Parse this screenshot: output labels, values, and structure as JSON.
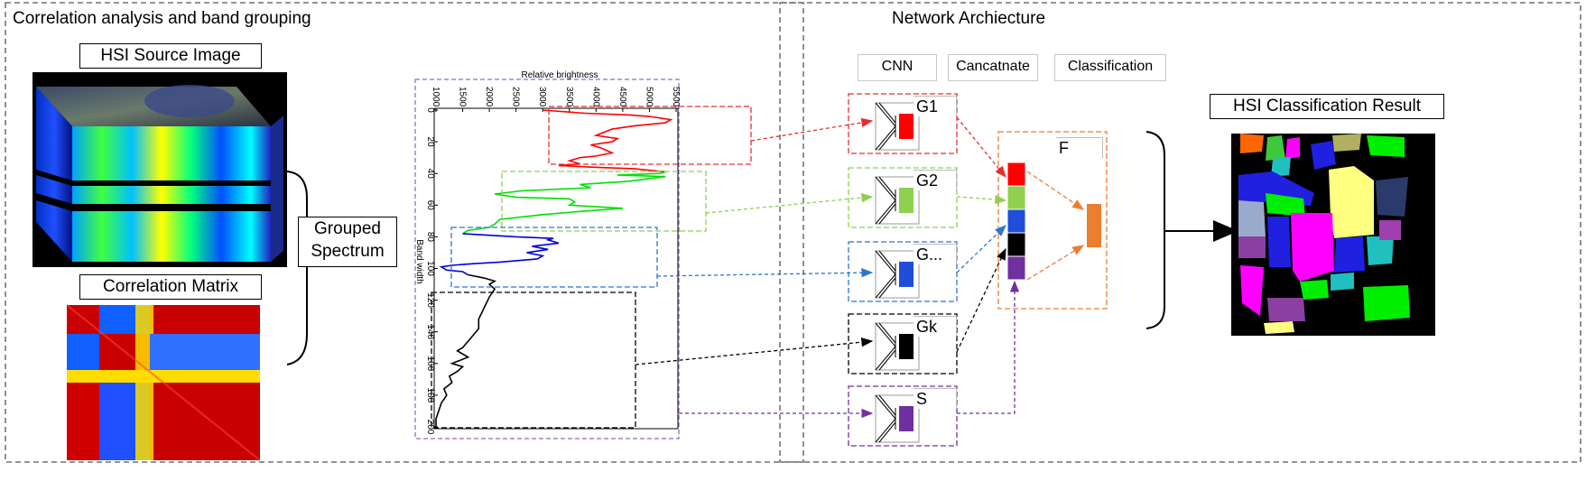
{
  "sections": {
    "left_title": "Correlation analysis and band grouping",
    "right_title": "Network Archiecture"
  },
  "labels": {
    "hsi_source": "HSI Source Image",
    "correlation_matrix": "Correlation Matrix",
    "grouped_spectrum": "Grouped\nSpectrum",
    "hsi_result": "HSI Classification Result"
  },
  "network": {
    "headers": [
      "CNN",
      "Cancatnate",
      "Classification"
    ],
    "groups": [
      {
        "label": "G1",
        "color": "#ff0000"
      },
      {
        "label": "G2",
        "color": "#8fd14f"
      },
      {
        "label": "G...",
        "color": "#1f4fd8"
      },
      {
        "label": "Gk",
        "color": "#000000"
      },
      {
        "label": "S",
        "color": "#7030a0"
      }
    ],
    "fused_label": "F",
    "fused_color": "#ed7d31"
  },
  "chart_data": {
    "type": "line",
    "title": "",
    "xlabel": "Relative brightness",
    "ylabel": "Band width",
    "x_ticks": [
      1000,
      1500,
      2000,
      2500,
      3000,
      3500,
      4000,
      4500,
      5000,
      5500
    ],
    "y_ticks": [
      0,
      20,
      40,
      60,
      80,
      100,
      120,
      140,
      160,
      180,
      200
    ],
    "xlim": [
      1000,
      5500
    ],
    "ylim": [
      0,
      200
    ],
    "series": [
      {
        "color": "#ff0000",
        "points": [
          [
            3000,
            0
          ],
          [
            3800,
            2
          ],
          [
            4600,
            3
          ],
          [
            5000,
            4
          ],
          [
            5400,
            6
          ],
          [
            5300,
            8
          ],
          [
            4700,
            10
          ],
          [
            4300,
            12
          ],
          [
            4000,
            16
          ],
          [
            4400,
            18
          ],
          [
            4300,
            20
          ],
          [
            3900,
            22
          ],
          [
            4100,
            24
          ],
          [
            4300,
            27
          ],
          [
            4000,
            29
          ],
          [
            3700,
            30
          ],
          [
            3500,
            32
          ],
          [
            3700,
            34
          ],
          [
            3300,
            35
          ],
          [
            3900,
            36
          ],
          [
            4700,
            37
          ],
          [
            5000,
            38
          ],
          [
            5300,
            39
          ]
        ]
      },
      {
        "color": "#00e000",
        "points": [
          [
            5300,
            39
          ],
          [
            5200,
            40
          ],
          [
            4400,
            41
          ],
          [
            5300,
            42
          ],
          [
            4600,
            45
          ],
          [
            3700,
            47
          ],
          [
            3900,
            49
          ],
          [
            2600,
            51
          ],
          [
            2100,
            53
          ],
          [
            2500,
            55
          ],
          [
            3500,
            56
          ],
          [
            3600,
            58
          ],
          [
            3500,
            60
          ],
          [
            4500,
            62
          ],
          [
            3700,
            64
          ],
          [
            3000,
            66
          ],
          [
            2200,
            69
          ],
          [
            2100,
            72
          ],
          [
            2000,
            74
          ],
          [
            1600,
            76
          ],
          [
            1500,
            78
          ]
        ]
      },
      {
        "color": "#0000e0",
        "points": [
          [
            1500,
            78
          ],
          [
            2000,
            79
          ],
          [
            2500,
            80
          ],
          [
            3200,
            81
          ],
          [
            3100,
            82
          ],
          [
            3300,
            84
          ],
          [
            2800,
            86
          ],
          [
            3100,
            88
          ],
          [
            2700,
            90
          ],
          [
            3000,
            92
          ],
          [
            2900,
            94
          ],
          [
            2200,
            96
          ],
          [
            1700,
            97
          ],
          [
            1300,
            98
          ],
          [
            1100,
            99
          ],
          [
            1200,
            101
          ],
          [
            1500,
            102
          ],
          [
            1600,
            104
          ]
        ]
      },
      {
        "color": "#000000",
        "points": [
          [
            1600,
            104
          ],
          [
            1900,
            106
          ],
          [
            2100,
            108
          ],
          [
            2000,
            110
          ],
          [
            2100,
            113
          ],
          [
            2000,
            118
          ],
          [
            1900,
            125
          ],
          [
            1800,
            132
          ],
          [
            1800,
            138
          ],
          [
            1700,
            142
          ],
          [
            1600,
            146
          ],
          [
            1500,
            150
          ],
          [
            1400,
            152
          ],
          [
            1600,
            156
          ],
          [
            1300,
            160
          ],
          [
            1500,
            162
          ],
          [
            1400,
            165
          ],
          [
            1250,
            168
          ],
          [
            1300,
            172
          ],
          [
            1150,
            176
          ],
          [
            1200,
            180
          ],
          [
            1100,
            185
          ],
          [
            1050,
            190
          ],
          [
            1000,
            195
          ],
          [
            1000,
            200
          ]
        ]
      }
    ]
  }
}
